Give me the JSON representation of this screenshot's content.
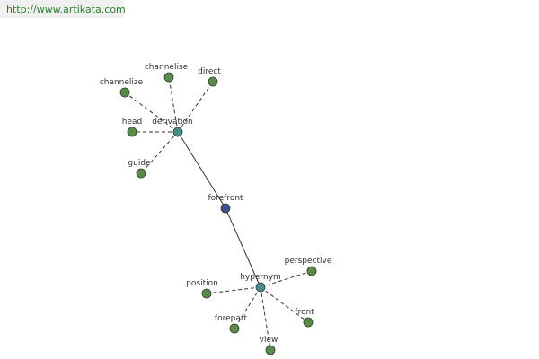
{
  "header": {
    "url": "http://www.artikata.com"
  },
  "colors": {
    "leaf": "#5a8a4a",
    "relation": "#4a8a8a",
    "center": "#3b4d8a",
    "edge": "#333333"
  },
  "graph": {
    "center": {
      "id": "forefront",
      "label": "forefront"
    },
    "relations": [
      {
        "id": "derivation",
        "label": "derivation"
      },
      {
        "id": "hypernym",
        "label": "hypernym"
      }
    ],
    "leaves": [
      {
        "id": "channelise",
        "label": "channelise",
        "parent": "derivation"
      },
      {
        "id": "direct",
        "label": "direct",
        "parent": "derivation"
      },
      {
        "id": "channelize",
        "label": "channelize",
        "parent": "derivation"
      },
      {
        "id": "head",
        "label": "head",
        "parent": "derivation"
      },
      {
        "id": "guide",
        "label": "guide",
        "parent": "derivation"
      },
      {
        "id": "perspective",
        "label": "perspective",
        "parent": "hypernym"
      },
      {
        "id": "position",
        "label": "position",
        "parent": "hypernym"
      },
      {
        "id": "front",
        "label": "front",
        "parent": "hypernym"
      },
      {
        "id": "forepart",
        "label": "forepart",
        "parent": "hypernym"
      },
      {
        "id": "view",
        "label": "view",
        "parent": "hypernym"
      }
    ]
  }
}
